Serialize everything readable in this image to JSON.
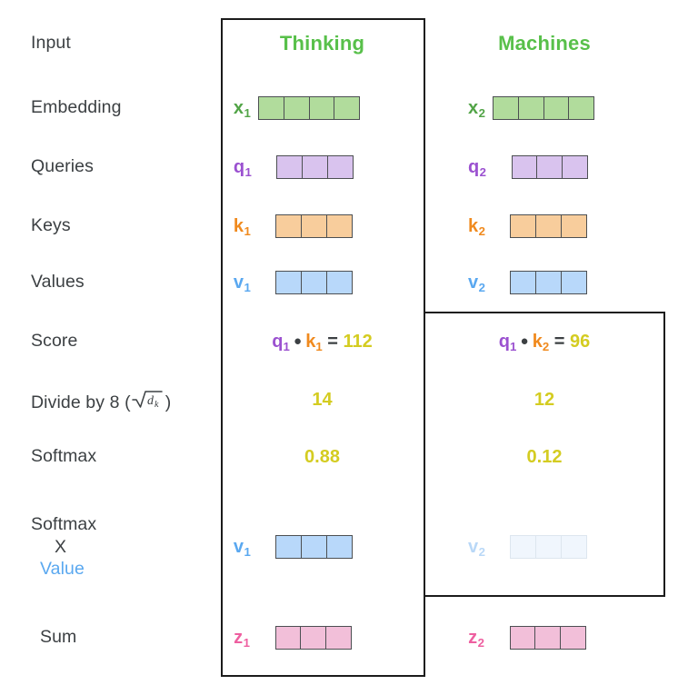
{
  "diagram": {
    "title_row": {
      "label": "Input",
      "columns": [
        {
          "name": "col-thinking",
          "header": "Thinking"
        },
        {
          "name": "col-machines",
          "header": "Machines"
        }
      ]
    },
    "rows": [
      {
        "id": "input",
        "label": "Input",
        "type": "header",
        "col1": {
          "text": "Thinking"
        },
        "col2": {
          "text": "Machines"
        }
      },
      {
        "id": "embedding",
        "label": "Embedding",
        "type": "vector",
        "col1": {
          "symbol": "x",
          "sub": "1",
          "color": "green",
          "cells": 4
        },
        "col2": {
          "symbol": "x",
          "sub": "2",
          "color": "green",
          "cells": 4
        }
      },
      {
        "id": "queries",
        "label": "Queries",
        "type": "vector",
        "col1": {
          "symbol": "q",
          "sub": "1",
          "color": "purple",
          "cells": 3
        },
        "col2": {
          "symbol": "q",
          "sub": "2",
          "color": "purple",
          "cells": 3
        }
      },
      {
        "id": "keys",
        "label": "Keys",
        "type": "vector",
        "col1": {
          "symbol": "k",
          "sub": "1",
          "color": "orange",
          "cells": 3
        },
        "col2": {
          "symbol": "k",
          "sub": "2",
          "color": "orange",
          "cells": 3
        }
      },
      {
        "id": "values",
        "label": "Values",
        "type": "vector",
        "col1": {
          "symbol": "v",
          "sub": "1",
          "color": "blue",
          "cells": 3
        },
        "col2": {
          "symbol": "v",
          "sub": "2",
          "color": "blue",
          "cells": 3
        }
      },
      {
        "id": "score",
        "label": "Score",
        "type": "equation",
        "col1": {
          "lhs_symbol": "q",
          "lhs_sub": "1",
          "operator": "•",
          "rhs_symbol": "k",
          "rhs_sub": "1",
          "equals": "=",
          "result": "112"
        },
        "col2": {
          "lhs_symbol": "q",
          "lhs_sub": "1",
          "operator": "•",
          "rhs_symbol": "k",
          "rhs_sub": "2",
          "equals": "=",
          "result": "96"
        }
      },
      {
        "id": "divide",
        "label": "Divide by 8 (",
        "label_suffix": ")",
        "label_math": "sqrt(d_k)",
        "type": "scalar",
        "col1": {
          "value": "14"
        },
        "col2": {
          "value": "12"
        }
      },
      {
        "id": "softmax",
        "label": "Softmax",
        "type": "scalar",
        "col1": {
          "value": "0.88"
        },
        "col2": {
          "value": "0.12"
        }
      },
      {
        "id": "softmax-times-value",
        "label_line1": "Softmax",
        "label_line2": "X",
        "label_line3": "Value",
        "type": "vector",
        "col1": {
          "symbol": "v",
          "sub": "1",
          "color": "blue",
          "cells": 3,
          "faded": false
        },
        "col2": {
          "symbol": "v",
          "sub": "2",
          "color": "blue",
          "cells": 3,
          "faded": true
        }
      },
      {
        "id": "sum",
        "label": "Sum",
        "type": "vector",
        "col1": {
          "symbol": "z",
          "sub": "1",
          "color": "pink",
          "cells": 3
        },
        "col2": {
          "symbol": "z",
          "sub": "2",
          "color": "pink",
          "cells": 3
        }
      }
    ],
    "colors": {
      "green_text": "#52a447",
      "green_header": "#58c04a",
      "purple_text": "#9b51d0",
      "orange_text": "#f08a1e",
      "blue_text": "#5aa8f0",
      "pink_text": "#ee5fa0",
      "yellow_text": "#d4cc21",
      "label_text": "#3c4043",
      "green_fill": "#b1dc9c",
      "purple_fill": "#d9c3ee",
      "orange_fill": "#f8cd9c",
      "blue_fill": "#b8d8fa",
      "pink_fill": "#f2bfd9",
      "faded_blue_fill": "#f0f6fd",
      "cell_border": "#4c4f52",
      "outline": "#1b1b1b"
    }
  }
}
